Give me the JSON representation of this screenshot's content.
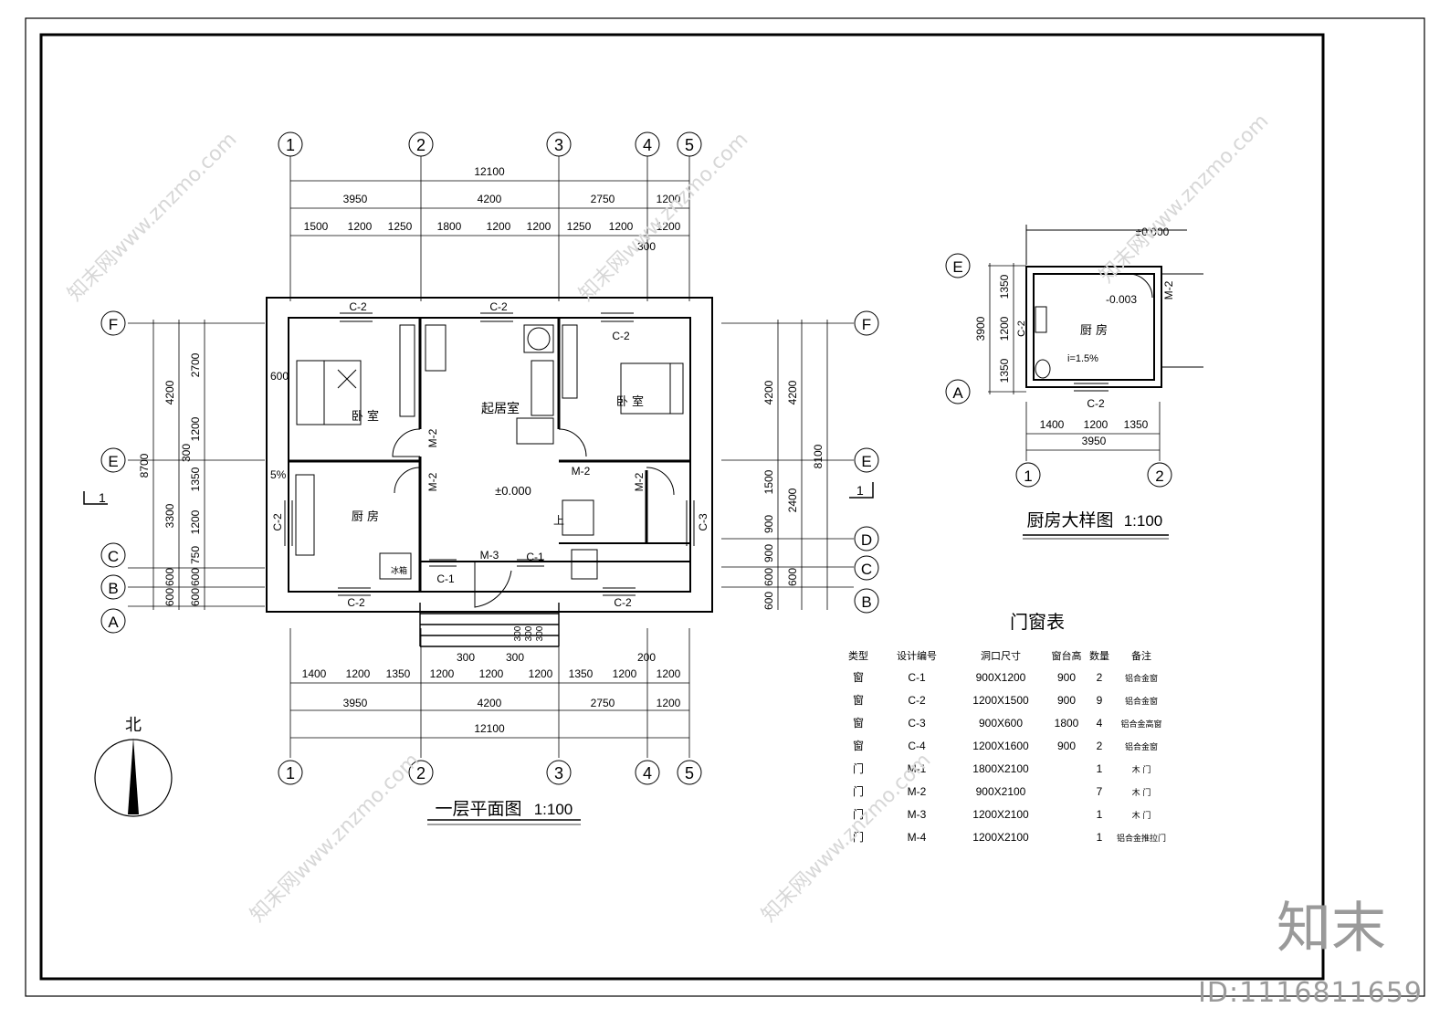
{
  "plan1": {
    "title": "一层平面图",
    "scale": "1:100",
    "axes_top": [
      "1",
      "2",
      "3",
      "4",
      "5"
    ],
    "axes_left": [
      "F",
      "E",
      "C",
      "B",
      "A"
    ],
    "axes_right": [
      "F",
      "E",
      "D",
      "C",
      "B"
    ],
    "dim_total": "12100",
    "dim_mid": [
      "3950",
      "4200",
      "2750",
      "1200"
    ],
    "dim_top_detail": [
      "1500",
      "1200",
      "1250",
      "1800",
      "1200",
      "1200",
      "1250",
      "1200",
      "1200"
    ],
    "dim_top_note": "300",
    "dim_bottom_detail": [
      "1400",
      "1200",
      "1350",
      "1200",
      "1200",
      "1200",
      "1350",
      "1200",
      "1200"
    ],
    "dim_bottom_notes": [
      "300",
      "300",
      "200"
    ],
    "dim_left_outer": "8700",
    "dim_left_mid": [
      "4200",
      "3300",
      "600",
      "600"
    ],
    "dim_left_inner": [
      "2700",
      "1200",
      "300",
      "1350",
      "1200",
      "750",
      "600",
      "600"
    ],
    "dim_left_wall": "600",
    "dim_left_slope": "5%",
    "dim_right_outer": "8100",
    "dim_right_mid": [
      "4200",
      "2400",
      "600"
    ],
    "dim_right_inner": [
      "4200",
      "1500",
      "900",
      "900",
      "600",
      "600"
    ],
    "section_mark": "1",
    "rooms": {
      "bedroom_left": "卧 室",
      "living": "起居室",
      "bedroom_right": "卧 室",
      "kitchen": "厨 房",
      "elevation": "±0.000",
      "stair": "上",
      "fridge": "冰箱"
    },
    "labels": {
      "c2": "C-2",
      "c1": "C-1",
      "c3": "C-3",
      "m2": "M-2",
      "m3": "M-3",
      "steps": [
        "300",
        "300",
        "300"
      ]
    },
    "north": "北"
  },
  "kitchen_detail": {
    "title": "厨房大样图",
    "scale": "1:100",
    "axes_left": [
      "E",
      "A"
    ],
    "axes_bottom": [
      "1",
      "2"
    ],
    "dim_left_total": "3900",
    "dim_left": [
      "1350",
      "1200",
      "1350"
    ],
    "dim_bottom": [
      "1400",
      "1200",
      "1350"
    ],
    "dim_bottom_total": "3950",
    "elev_outer": "±0.000",
    "elev_inner": "-0.003",
    "room": "厨 房",
    "slope": "i=1.5%",
    "window": "C-2",
    "door": "M-2"
  },
  "door_window_table": {
    "title": "门窗表",
    "headers": [
      "类型",
      "设计编号",
      "洞口尺寸",
      "窗台高",
      "数量",
      "备注"
    ],
    "rows": [
      [
        "窗",
        "C-1",
        "900X1200",
        "900",
        "2",
        "铝合金窗"
      ],
      [
        "窗",
        "C-2",
        "1200X1500",
        "900",
        "9",
        "铝合金窗"
      ],
      [
        "窗",
        "C-3",
        "900X600",
        "1800",
        "4",
        "铝合金高窗"
      ],
      [
        "窗",
        "C-4",
        "1200X1600",
        "900",
        "2",
        "铝合金窗"
      ],
      [
        "门",
        "M-1",
        "1800X2100",
        "",
        "1",
        "木 门"
      ],
      [
        "门",
        "M-2",
        "900X2100",
        "",
        "7",
        "木 门"
      ],
      [
        "门",
        "M-3",
        "1200X2100",
        "",
        "1",
        "木 门"
      ],
      [
        "门",
        "M-4",
        "1200X2100",
        "",
        "1",
        "铝合金推拉门"
      ]
    ]
  },
  "watermark": {
    "text": "知末网www.znzmo.com",
    "logo": "知末",
    "id": "ID:1116811659"
  }
}
